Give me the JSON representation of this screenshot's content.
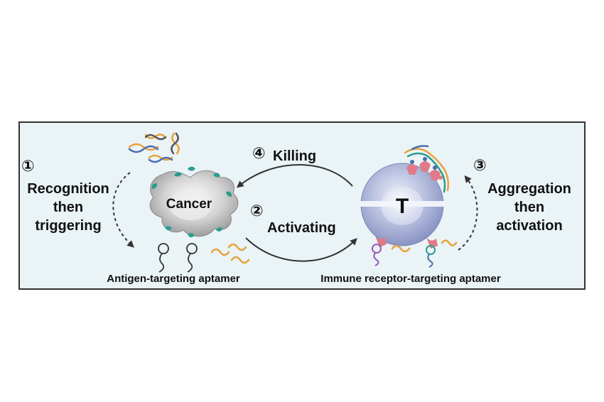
{
  "steps": [
    {
      "number": "①",
      "line1": "Recognition",
      "line2": "then",
      "line3": "triggering"
    },
    {
      "number": "②",
      "label": "Activating"
    },
    {
      "number": "③",
      "line1": "Aggregation",
      "line2": "then",
      "line3": "activation"
    },
    {
      "number": "④",
      "label": "Killing"
    }
  ],
  "cells": {
    "cancer_label": "Cancer",
    "t_cell_label": "T"
  },
  "captions": {
    "left": "Antigen-targeting aptamer",
    "right": "Immune receptor-targeting aptamer"
  },
  "colors": {
    "panel_background": "#eaf3f6",
    "panel_border": "#333333",
    "cancer_cell": "#bdbdbd",
    "t_cell": "#aab4d6",
    "aptamer_teal": "#2a9d8f",
    "receptor_pink": "#e07a8a",
    "dna_orange": "#e7a23a",
    "dna_blue": "#4a6fb0"
  }
}
